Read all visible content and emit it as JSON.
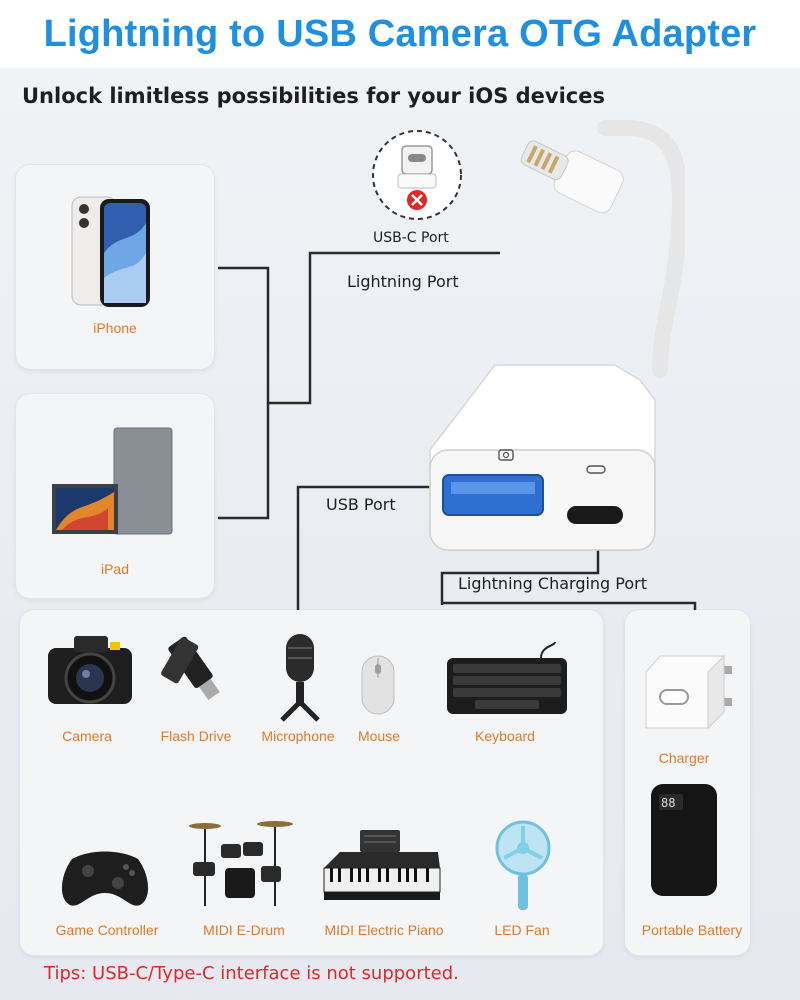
{
  "header": {
    "title": "Lightning to USB Camera OTG Adapter"
  },
  "subtitle": "Unlock limitless possibilities for your iOS devices",
  "ports": {
    "usbc": "USB-C Port",
    "lightning": "Lightning Port",
    "usb": "USB Port",
    "charging": "Lightning Charging Port"
  },
  "devices": {
    "iphone": "iPhone",
    "ipad": "iPad"
  },
  "accessories": {
    "camera": "Camera",
    "flash_drive": "Flash Drive",
    "microphone": "Microphone",
    "mouse": "Mouse",
    "keyboard": "Keyboard",
    "game_controller": "Game Controller",
    "midi_drum": "MIDI E-Drum",
    "midi_piano": "MIDI Electric Piano",
    "led_fan": "LED Fan"
  },
  "power": {
    "charger": "Charger",
    "battery": "Portable Battery"
  },
  "tips": "Tips: USB-C/Type-C interface is not supported.",
  "colors": {
    "title": "#1e8fe1",
    "labels": "#e07a2b",
    "tips": "#e02828",
    "wire": "#2a2a2a",
    "usb_port": "#2e6fd1"
  }
}
